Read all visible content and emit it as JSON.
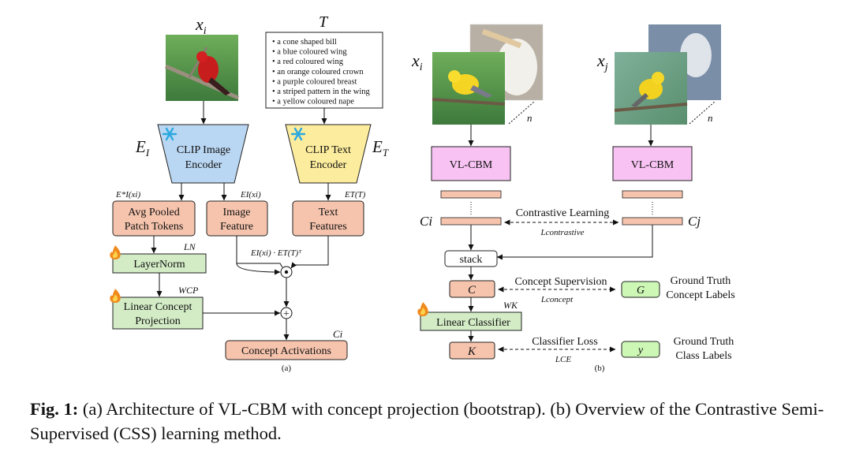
{
  "panel_a": {
    "input_label": "x",
    "input_sub": "i",
    "text_label": "T",
    "concepts": [
      "a cone shaped bill",
      "a blue coloured wing",
      "a red coloured wing",
      "an orange coloured crown",
      "a purple coloured breast",
      "a striped pattern in the wing",
      "a yellow coloured nape"
    ],
    "bullet": "•",
    "image_encoder": [
      "CLIP Image",
      "Encoder"
    ],
    "text_encoder": [
      "CLIP Text",
      "Encoder"
    ],
    "ei_label": "E",
    "ei_sub": "I",
    "et_label": "E",
    "et_sub": "T",
    "eis_label": "E*I(xi)",
    "eix_label": "EI(xi)",
    "ett_label": "ET(T)",
    "avg_pooled": [
      "Avg Pooled",
      "Patch Tokens"
    ],
    "image_feature": [
      "Image",
      "Feature"
    ],
    "text_features": [
      "Text",
      "Features"
    ],
    "layernorm": "LayerNorm",
    "ln_label": "LN",
    "linear_concept": [
      "Linear Concept",
      "Projection"
    ],
    "wcp_label": "WCP",
    "product_label": "EI(xi) · ET(T)ᵀ",
    "dot_symbol": "⊙",
    "plus_symbol": "+",
    "ci_label": "Ci",
    "concept_activations": "Concept Activations",
    "panel_label": "(a)"
  },
  "panel_b": {
    "xi_label": "x",
    "xi_sub": "i",
    "xj_label": "x",
    "xj_sub": "j",
    "n_label": "n",
    "vlcbm": "VL-CBM",
    "contrastive": "Contrastive Learning",
    "l_contrastive": "Lcontrastive",
    "ci_label": "Ci",
    "cj_label": "Cj",
    "stack": "stack",
    "c_label": "C",
    "concept_supervision": "Concept Supervision",
    "l_concept": "Lconcept",
    "g_label": "G",
    "gt_concept": [
      "Ground Truth",
      "Concept Labels"
    ],
    "wk_label": "WK",
    "linear_classifier": "Linear Classifier",
    "k_label": "K",
    "classifier_loss": "Classifier Loss",
    "l_ce": "LCE",
    "y_label": "y",
    "gt_class": [
      "Ground Truth",
      "Class Labels"
    ],
    "panel_label": "(b)"
  },
  "caption": {
    "label": "Fig. 1:",
    "text": " (a) Architecture of VL-CBM with concept projection (bootstrap). (b) Overview of the Contrastive Semi-Supervised (CSS) learning method."
  },
  "colors": {
    "orange_box": "#f6c4ad",
    "green_box": "#d3ecc6",
    "blue_enc": "#b9d6f2",
    "yellow_enc": "#fcec9d",
    "magenta_box": "#f8c3f3",
    "light_green": "#ccf7b5",
    "snowflake": "#2aa9e0",
    "flame": "#f08a1c"
  }
}
